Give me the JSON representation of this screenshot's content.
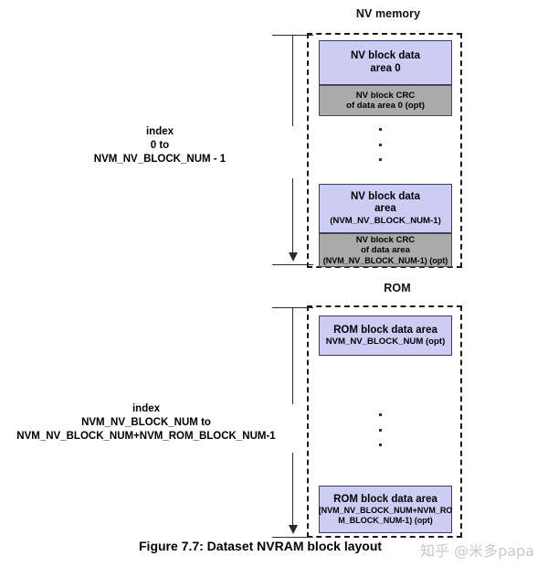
{
  "figure": {
    "caption": "Figure 7.7: Dataset NVRAM block layout",
    "watermark": "知乎 @米多papa",
    "colors": {
      "data_block_fill": "#ccccf5",
      "crc_block_fill": "#ababab",
      "block_border": "#3d3d5c",
      "region_border": "#1a1a1a",
      "line": "#2b2b2b"
    }
  },
  "sections": [
    {
      "id": "nv-memory",
      "title": "NV memory",
      "index_label": {
        "line1": "index",
        "line2": "0 to",
        "line3": "NVM_NV_BLOCK_NUM - 1"
      },
      "ellipsis": "⋮",
      "blocks": [
        {
          "id": "nv-block-data-0",
          "kind": "data",
          "title_line1": "NV block data",
          "title_line2": "area 0"
        },
        {
          "id": "nv-block-crc-0",
          "kind": "crc",
          "sub_line1": "NV block CRC",
          "sub_line2": "of  data area 0 (opt)"
        },
        {
          "id": "nv-block-data-n",
          "kind": "data",
          "title_line1": "NV block data",
          "title_line2": "area",
          "sub_line1": "(NVM_NV_BLOCK_NUM-1)"
        },
        {
          "id": "nv-block-crc-n",
          "kind": "crc",
          "sub_line1": "NV block CRC",
          "sub_line2": "of  data area",
          "sub_line3": "(NVM_NV_BLOCK_NUM-1) (opt)"
        }
      ]
    },
    {
      "id": "rom",
      "title": "ROM",
      "index_label": {
        "line1": "index",
        "line2": "NVM_NV_BLOCK_NUM to",
        "line3": "NVM_NV_BLOCK_NUM+NVM_ROM_BLOCK_NUM-1"
      },
      "ellipsis": "⋮",
      "blocks": [
        {
          "id": "rom-block-data-first",
          "kind": "data",
          "title_line1": "ROM block data area",
          "sub_line1": "NVM_NV_BLOCK_NUM (opt)"
        },
        {
          "id": "rom-block-data-last",
          "kind": "data",
          "title_line1": "ROM block data area",
          "sub_line1": "(NVM_NV_BLOCK_NUM+NVM_RO",
          "sub_line2": "M_BLOCK_NUM-1) (opt)"
        }
      ]
    }
  ]
}
